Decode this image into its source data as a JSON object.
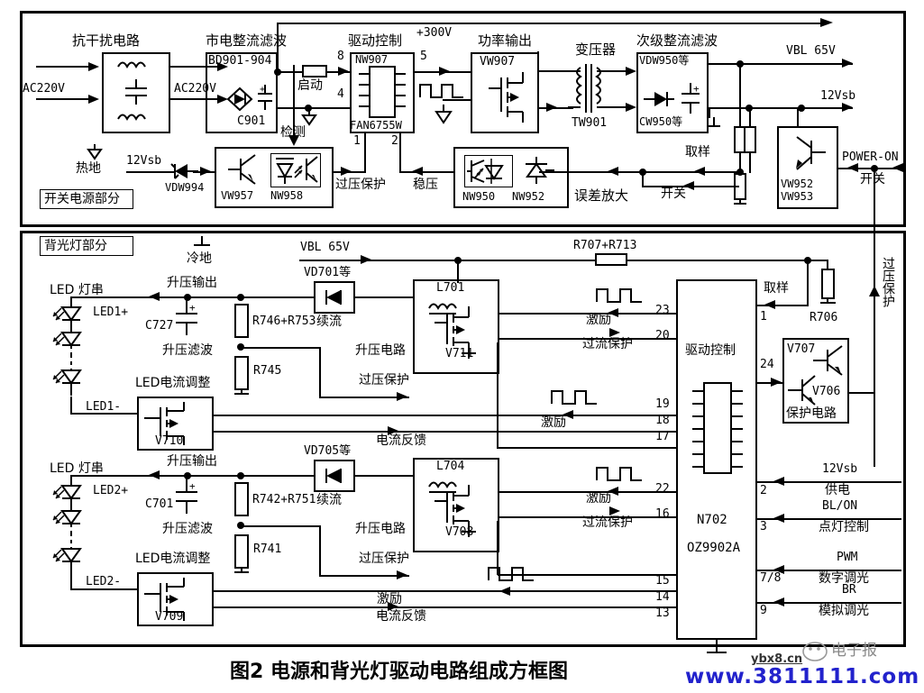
{
  "figure": {
    "caption": "图2  电源和背光灯驱动电路组成方框图",
    "watermark_url": "www.3811111.com",
    "watermark_site": "ybx8.cn",
    "watermark_brand": "电子报"
  },
  "power_section": {
    "section_label": "开关电源部分",
    "inputs": {
      "ac_in": "AC220V",
      "ac_mid": "AC220V",
      "hot_ground": "热地",
      "standby_12v": "12Vsb"
    },
    "blocks": [
      {
        "name": "emi-filter",
        "title": "抗干扰电路",
        "body": ""
      },
      {
        "name": "mains-rectifier",
        "title": "市电整流滤波",
        "body": "BD901-904",
        "sub": "C901"
      },
      {
        "name": "drive-control",
        "title": "驱动控制",
        "body": "NW907",
        "sub": "FAN6755W"
      },
      {
        "name": "power-output",
        "title": "功率输出",
        "body": "VW907"
      },
      {
        "name": "transformer",
        "title": "变压器",
        "body": "TW901"
      },
      {
        "name": "secondary-rect",
        "title": "次级整流滤波",
        "body": "VDW950等",
        "sub": "CW950等"
      },
      {
        "name": "error-amp",
        "title": "误差放大",
        "body": "NW950",
        "sub": "NW952"
      },
      {
        "name": "ovp-detect",
        "title": "",
        "body": "VW957",
        "sub": "NW958"
      },
      {
        "name": "power-on-switch",
        "title": "",
        "body": "VW952",
        "sub": "VW953"
      }
    ],
    "nets": {
      "v300": "+300V",
      "pin8": "8",
      "pin4": "4",
      "pin5": "5",
      "pin1": "1",
      "pin2": "2",
      "startup": "启动",
      "detect": "检测",
      "ovp": "过压保护",
      "regulate": "稳压",
      "sampling": "取样",
      "switch": "开关",
      "vbl": "VBL 65V",
      "sb12": "12Vsb",
      "power_on": "POWER-ON",
      "power_on_cn": "开关",
      "vdw994": "VDW994"
    }
  },
  "backlight_section": {
    "section_label": "背光灯部分",
    "cold_ground": "冷地",
    "vbl_rail": "VBL 65V",
    "vertical_ovp": "过压保护",
    "channel1": {
      "led_string": "LED 灯串",
      "led_plus": "LED1+",
      "led_minus": "LED1-",
      "boost_out": "升压输出",
      "boost_filter": "升压滤波",
      "cap": "C727",
      "current_adjust": "LED电流调整",
      "fet": "V710",
      "divider_top": "R746+R753",
      "divider_bottom": "R745",
      "freewheel_diode": "VD701等",
      "freewheel": "续流",
      "boost_circuit": "升压电路",
      "inductor": "L701",
      "boost_fet": "V711",
      "ovp": "过压保护",
      "drive": "激励",
      "ocp": "过流保护",
      "current_feedback": "电流反馈",
      "pin_drive": "23",
      "pin_ocp": "20",
      "pin_a": "19",
      "pin_b": "18",
      "pin_c": "17"
    },
    "channel2": {
      "led_string": "LED 灯串",
      "led_plus": "LED2+",
      "led_minus": "LED2-",
      "boost_out": "升压输出",
      "boost_filter": "升压滤波",
      "cap": "C701",
      "current_adjust": "LED电流调整",
      "fet": "V709",
      "divider_top": "R742+R751",
      "divider_bottom": "R741",
      "freewheel_diode": "VD705等",
      "freewheel": "续流",
      "boost_circuit": "升压电路",
      "inductor": "L704",
      "boost_fet": "V708",
      "ovp": "过压保护",
      "drive": "激励",
      "ocp": "过流保护",
      "current_feedback": "电流反馈",
      "pin_drive": "22",
      "pin_ocp": "16",
      "pin_a": "15",
      "pin_b": "14",
      "pin_c": "13"
    },
    "controller": {
      "title": "驱动控制",
      "ref": "N702",
      "part": "OZ9902A"
    },
    "right_side": {
      "sampling_res": "R707+R713",
      "sampling": "取样",
      "pin1": "1",
      "r706": "R706",
      "pin24": "24",
      "protect_circuit": "保护电路",
      "q_upper": "V707",
      "q_lower": "V706",
      "supply_rail": "12Vsb",
      "supply_label": "供电",
      "pin2": "2",
      "blon": "BL/ON",
      "blon_label": "点灯控制",
      "pin3": "3",
      "pwm": "PWM",
      "pwm_label": "数字调光",
      "pin78": "7/8",
      "br": "BR",
      "br_label": "模拟调光",
      "pin9": "9"
    }
  }
}
